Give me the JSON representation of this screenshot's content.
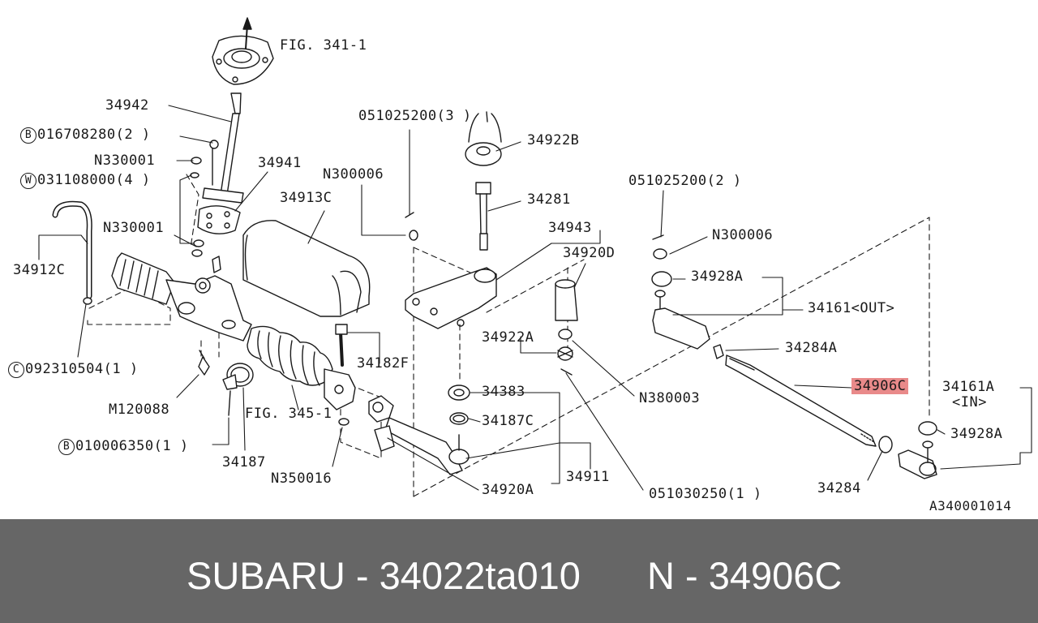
{
  "diagram": {
    "labels": {
      "fig_341_1": "FIG. 341-1",
      "p34942": "34942",
      "p016708280": "016708280(2 )",
      "p016708280_mark": "B",
      "pN330001_a": "N330001",
      "p031108000": "031108000(4 )",
      "p031108000_mark": "W",
      "p34941": "34941",
      "p34913C": "34913C",
      "pN330001_b": "N330001",
      "p34912C": "34912C",
      "p092310504": "092310504(1 )",
      "p092310504_mark": "C",
      "pM120088": "M120088",
      "p010006350": "010006350(1 )",
      "p010006350_mark": "B",
      "p34187": "34187",
      "fig_345_1": "FIG. 345-1",
      "pN350016": "N350016",
      "p34182F": "34182F",
      "pN300006_a": "N300006",
      "p051025200_3": "051025200(3 )",
      "p34922B": "34922B",
      "p34281": "34281",
      "p34943": "34943",
      "p34920D": "34920D",
      "p34922A": "34922A",
      "pN380003": "N380003",
      "p34383": "34383",
      "p34187C": "34187C",
      "p34911": "34911",
      "p34920A": "34920A",
      "p051030250": "051030250(1 )",
      "p051025200_2": "051025200(2 )",
      "pN300006_b": "N300006",
      "p34928A_a": "34928A",
      "p34161_out": "34161<OUT>",
      "p34284A": "34284A",
      "p34906C": "34906C",
      "p34161A_in_1": "34161A",
      "p34161A_in_2": "<IN>",
      "p34928A_b": "34928A",
      "p34284": "34284",
      "diagram_code": "A340001014"
    }
  },
  "footer": {
    "left_text": "SUBARU - 34022ta010",
    "right_text": "N - 34906C"
  },
  "colors": {
    "highlight": "#e98a8a",
    "footer_bg": "#666666",
    "ink": "#1a1a1a"
  }
}
